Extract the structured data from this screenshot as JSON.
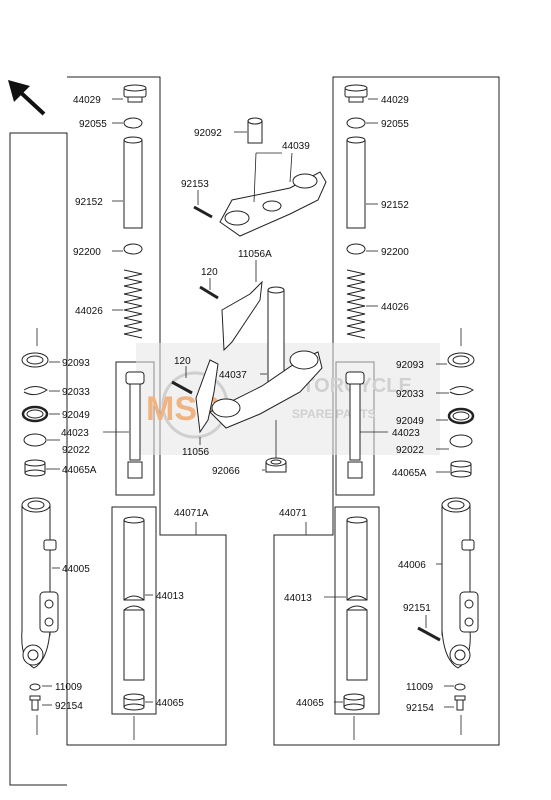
{
  "diagram": {
    "part_numbers": {
      "l_44029": "44029",
      "l_92055": "92055",
      "l_92152": "92152",
      "l_92200": "92200",
      "l_44026": "44026",
      "l_92093": "92093",
      "l_92033": "92033",
      "l_92049": "92049",
      "l_44023": "44023",
      "l_92022": "92022",
      "l_44065A": "44065A",
      "l_44005": "44005",
      "l_11009": "11009",
      "l_92154": "92154",
      "l_44071A": "44071A",
      "l_44013": "44013",
      "l_44065": "44065",
      "c_92092": "92092",
      "c_44039": "44039",
      "c_92153": "92153",
      "c_120a": "120",
      "c_11056A": "11056A",
      "c_44037": "44037",
      "c_120b": "120",
      "c_11056": "11056",
      "c_92066": "92066",
      "r_44029": "44029",
      "r_92055": "92055",
      "r_92152": "92152",
      "r_92200": "92200",
      "r_44026": "44026",
      "r_92093": "92093",
      "r_92033": "92033",
      "r_92049": "92049",
      "r_44023": "44023",
      "r_92022": "92022",
      "r_44065A": "44065A",
      "r_44006": "44006",
      "r_92151": "92151",
      "r_11009": "11009",
      "r_92154": "92154",
      "r_44071": "44071",
      "r_44013": "44013",
      "r_44065": "44065"
    },
    "watermark": {
      "logo": "MSP",
      "line1": "MOTORCYCLE",
      "line2": "SPARE PARTS"
    },
    "colors": {
      "line": "#222222",
      "watermark_orange": "#f0b482",
      "watermark_grey": "#cfcfcf"
    },
    "icons": {
      "direction_arrow": "arrow-up-left-icon"
    }
  }
}
